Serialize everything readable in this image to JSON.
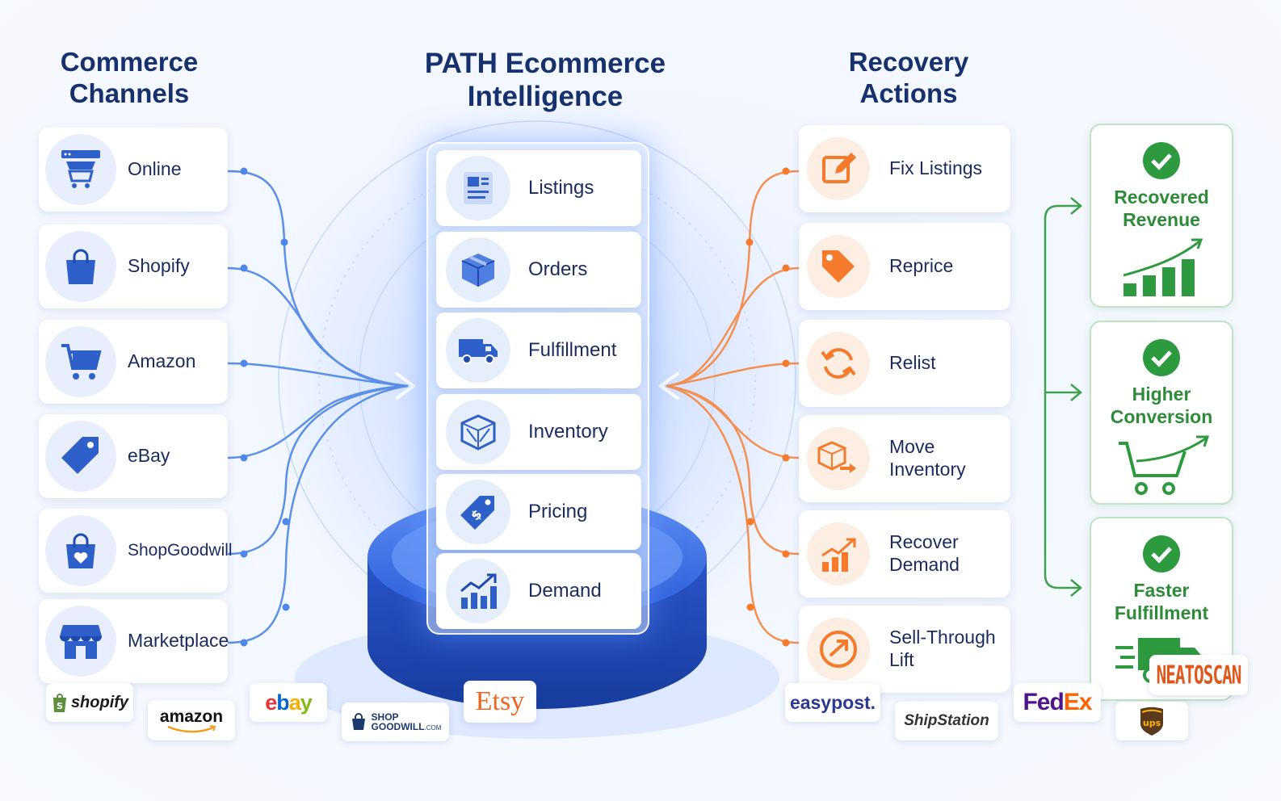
{
  "headings": {
    "left": [
      "Commerce",
      "Channels"
    ],
    "center": [
      "PATH Ecommerce",
      "Intelligence"
    ],
    "right": [
      "Recovery",
      "Actions"
    ]
  },
  "channels": [
    {
      "label": "Online",
      "icon": "storefront-cart-icon"
    },
    {
      "label": "Shopify",
      "icon": "shopping-bag-icon"
    },
    {
      "label": "Amazon",
      "icon": "shopping-cart-icon"
    },
    {
      "label": "eBay",
      "icon": "price-tag-icon"
    },
    {
      "label": "ShopGoodwill",
      "icon": "heart-bag-icon"
    },
    {
      "label": "Marketplace",
      "icon": "shop-awning-icon"
    }
  ],
  "modules": [
    {
      "label": "Listings",
      "icon": "listing-document-icon"
    },
    {
      "label": "Orders",
      "icon": "package-box-icon"
    },
    {
      "label": "Fulfillment",
      "icon": "delivery-truck-icon"
    },
    {
      "label": "Inventory",
      "icon": "inventory-cube-icon"
    },
    {
      "label": "Pricing",
      "icon": "dollar-tag-icon"
    },
    {
      "label": "Demand",
      "icon": "growth-chart-icon"
    }
  ],
  "actions": [
    {
      "lines": [
        "Fix Listings"
      ],
      "icon": "edit-icon"
    },
    {
      "lines": [
        "Reprice"
      ],
      "icon": "tag-icon"
    },
    {
      "lines": [
        "Relist"
      ],
      "icon": "refresh-icon"
    },
    {
      "lines": [
        "Move",
        "Inventory"
      ],
      "icon": "move-box-icon"
    },
    {
      "lines": [
        "Recover",
        "Demand"
      ],
      "icon": "bar-growth-icon"
    },
    {
      "lines": [
        "Sell-Through",
        "Lift"
      ],
      "icon": "upward-arrow-circle-icon"
    }
  ],
  "results": [
    {
      "lines": [
        "Recovered",
        "Revenue"
      ],
      "icon": "revenue-chart-icon"
    },
    {
      "lines": [
        "Higher",
        "Conversion"
      ],
      "icon": "conversion-cart-icon"
    },
    {
      "lines": [
        "Faster",
        "Fulfillment"
      ],
      "icon": "fast-truck-icon"
    }
  ],
  "logos": {
    "shopify": "shopify",
    "amazon": "amazon",
    "ebay": "ebay",
    "shopgoodwill": [
      "SHOP",
      "GOODWILL",
      ".COM"
    ],
    "etsy": "Etsy",
    "easypost": "easypost.",
    "shipstation": "ShipStation",
    "fedex_fed": "Fed",
    "fedex_ex": "Ex",
    "ups": "ups",
    "neatoscan": "NEATOSCAN"
  },
  "colors": {
    "navy": "#17306e",
    "blue": "#2f5fc9",
    "orange": "#f57a2c",
    "green": "#2e8b3a"
  }
}
